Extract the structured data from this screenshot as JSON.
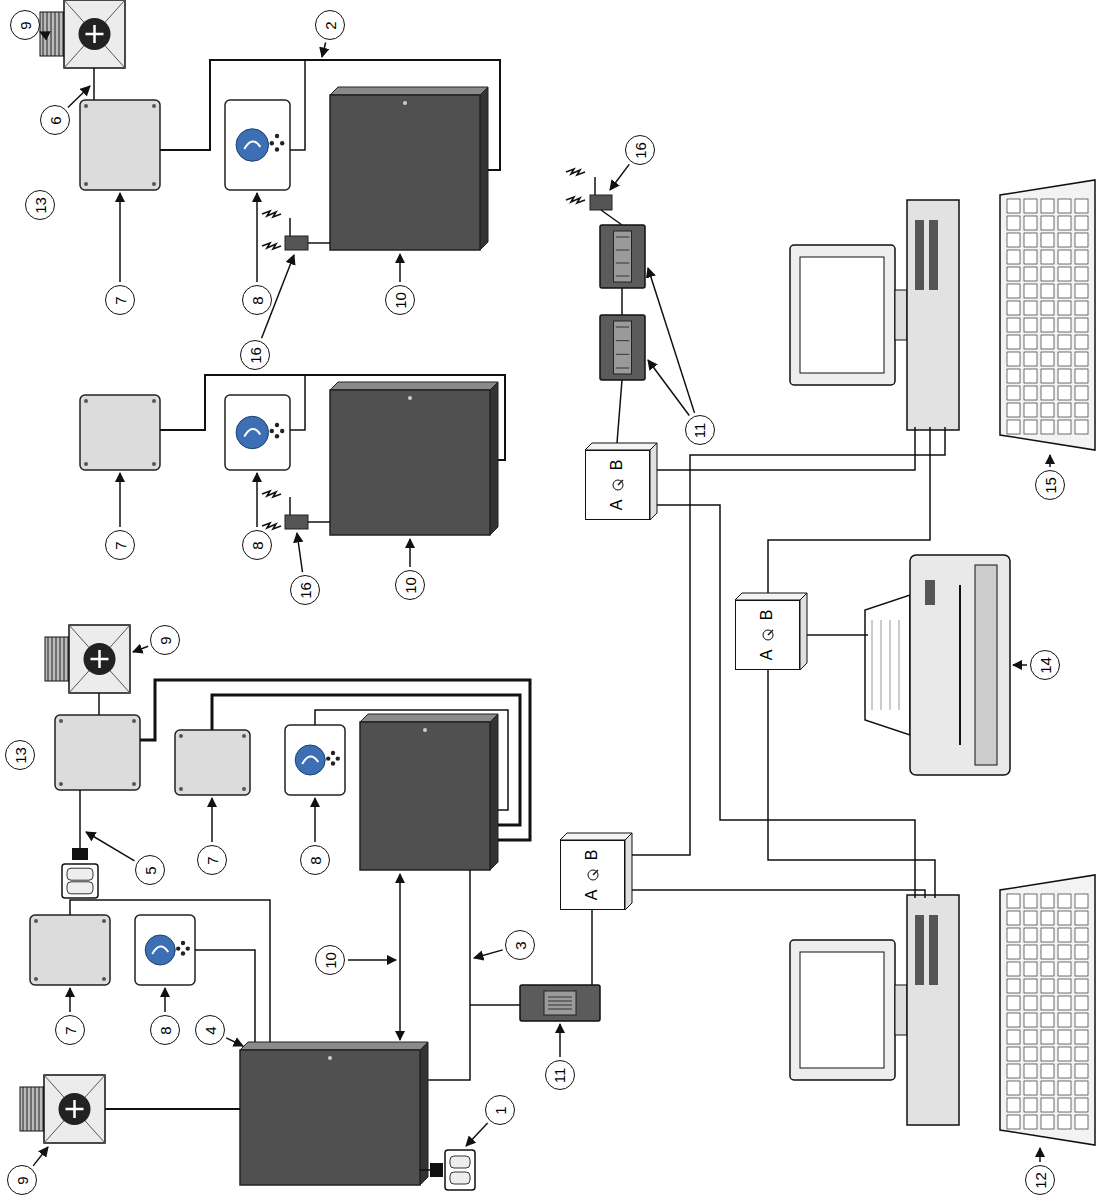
{
  "diagram": {
    "nodes": [
      {
        "text": [
          "A",
          "B"
        ]
      },
      {
        "text": [
          "A",
          "B"
        ]
      },
      {
        "text": [
          "A",
          "B"
        ]
      }
    ],
    "labels": [
      "9",
      "2",
      "6",
      "13",
      "7",
      "8",
      "16",
      "10",
      "7",
      "8",
      "16",
      "10",
      "9",
      "13",
      "7",
      "8",
      "5",
      "10",
      "3",
      "11",
      "7",
      "8",
      "9",
      "4",
      "1",
      "16",
      "11",
      "15",
      "14",
      "12"
    ]
  }
}
